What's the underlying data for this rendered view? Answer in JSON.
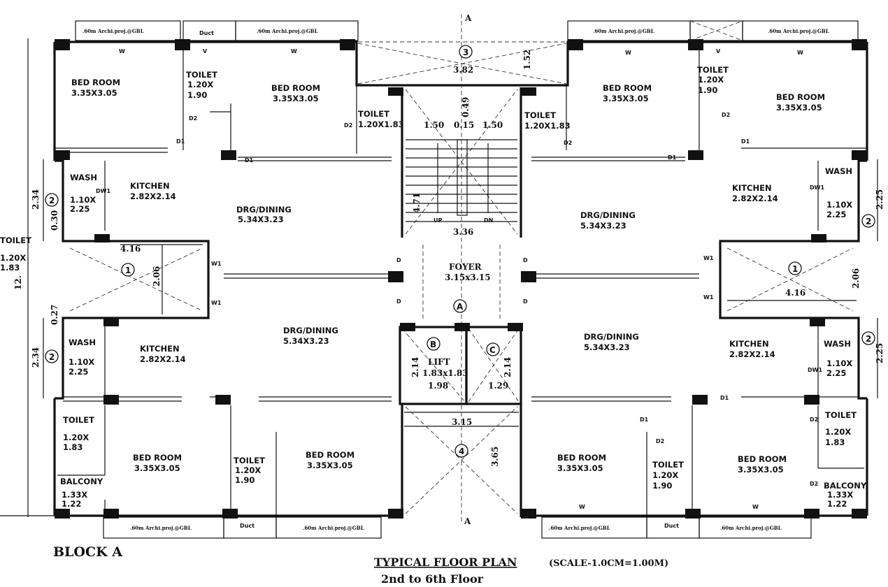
{
  "title": {
    "block": "BLOCK A",
    "main": "TYPICAL FLOOR PLAN",
    "scale": "(SCALE-1.0CM=1.00M)",
    "floors": "2nd to 6th Floor"
  },
  "section_marks": {
    "top": "A",
    "bottom": "A"
  },
  "setback_note": ".60m Archi.proj.@GBL",
  "duct": "Duct",
  "rooms": {
    "bed_room": "BED ROOM",
    "bed_size": "3.35X3.05",
    "toilet": "TOILET",
    "toilet_size_a": "1.20X",
    "toilet_size_b": "1.90",
    "toilet_size_c": "1.83",
    "toilet_full": "1.20X1.83",
    "kitchen": "KITCHEN",
    "kitchen_size": "2.82X2.14",
    "wash": "WASH",
    "wash_size_a": "1.10X",
    "wash_size_b": "2.25",
    "drg": "DRG/DINING",
    "drg_size": "5.34X3.23",
    "balcony": "BALCONY",
    "balcony_size_a": "1.33X",
    "balcony_size_b": "1.22",
    "foyer": "FOYER",
    "foyer_size": "3.15x3.15",
    "lift": "LIFT",
    "lift_size": "1.83x1.83"
  },
  "dims": {
    "d382": "3.82",
    "d152": "1.52",
    "d150a": "1.50",
    "d015": "0.15",
    "d150b": "1.50",
    "d049": "0.49",
    "d471": "4.71",
    "d336": "3.36",
    "d416": "4.16",
    "d206": "2.06",
    "d234": "2.34",
    "d214": "2.14",
    "d198": "1.98",
    "d129": "1.29",
    "d315": "3.15",
    "d365": "3.65",
    "d225": "2.25",
    "d030": "0.30",
    "d027": "0.27",
    "d12": "12."
  },
  "tags": {
    "w": "W",
    "w1": "W1",
    "v": "V",
    "d": "D",
    "d1": "D1",
    "d2": "D2",
    "dw1": "DW1",
    "up": "UP",
    "dn": "DN"
  },
  "markers": {
    "m1": "1",
    "m2": "2",
    "m3": "3",
    "m4": "4",
    "ma": "A",
    "mb": "B",
    "mc": "C"
  },
  "colors": {
    "ink": "#111111",
    "paper": "#ffffff"
  }
}
